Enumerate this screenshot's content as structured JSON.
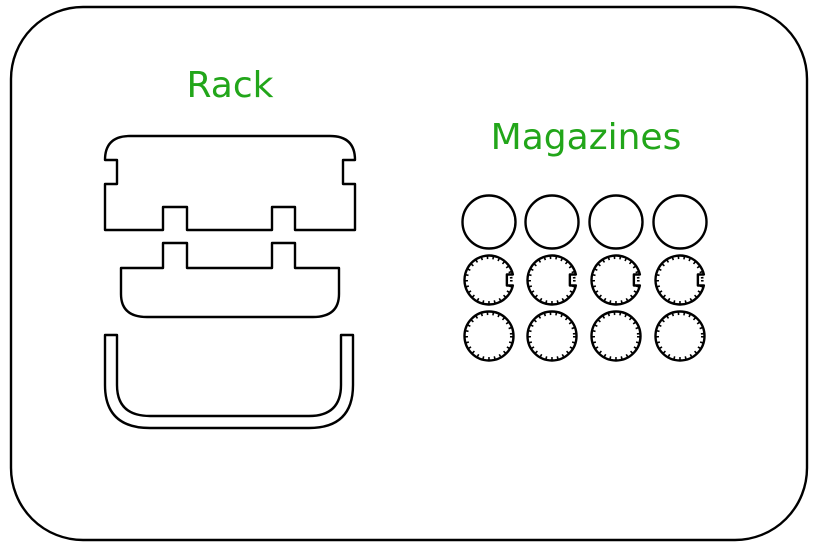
{
  "labels": {
    "rack": "Rack",
    "magazines": "Magazines"
  },
  "colors": {
    "label": "#22a61a",
    "stroke": "#000000",
    "background": "#ffffff"
  },
  "magazines": {
    "columns": 4,
    "row_styles": [
      "plain",
      "notched-dotted",
      "dotted"
    ]
  }
}
